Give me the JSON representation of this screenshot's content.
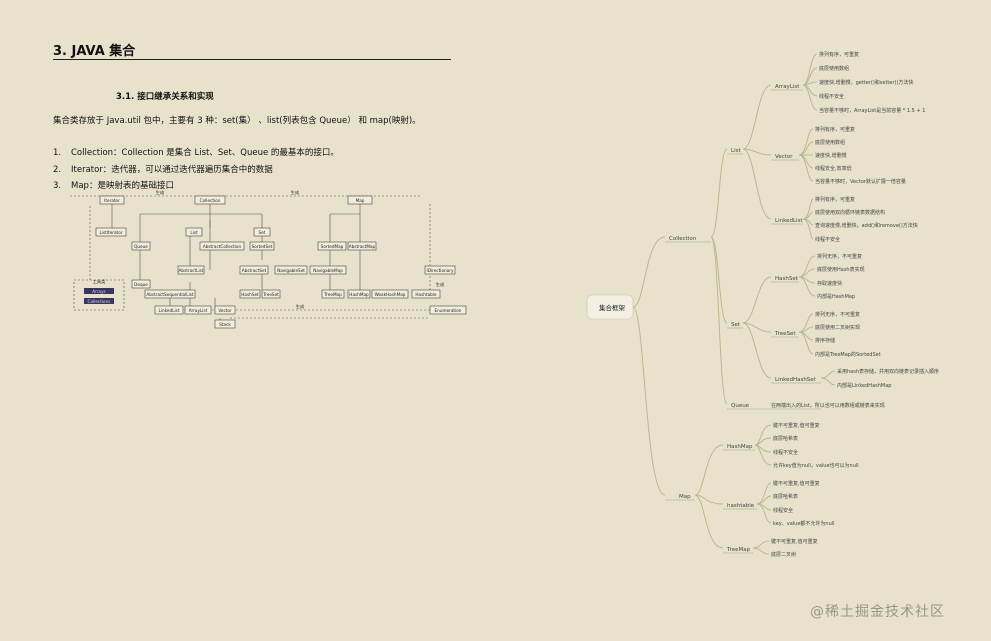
{
  "heading": "3. JAVA 集合",
  "subheading": "3.1. 接口继承关系和实现",
  "intro": "集合类存放于 Java.util 包中，主要有 3 种：set(集） 、list(列表包含 Queue） 和 map(映射)。",
  "list_items": [
    {
      "num": "1.",
      "text": "Collection：Collection 是集合 List、Set、Queue 的最基本的接口。"
    },
    {
      "num": "2.",
      "text": "Iterator：迭代器，可以通过迭代器遍历集合中的数据"
    },
    {
      "num": "3.",
      "text": "Map：是映射表的基础接口"
    }
  ],
  "diagram": {
    "nodes": [
      "Iterator",
      "Collection",
      "Map",
      "ListIterator",
      "List",
      "Set",
      "Queue",
      "AbstractCollection",
      "SortedSet",
      "SortedMap",
      "AbstractMap",
      "Deque",
      "AbstractList",
      "AbstractSet",
      "NavigableSet",
      "NavigableMap",
      "IDirectionary",
      "AbstractSequentialList",
      "LinkedList",
      "ArrayList",
      "Vector",
      "HashSet",
      "TreeSet",
      "TreeMap",
      "HashMap",
      "WeakHashMap",
      "Hashtable",
      "Enumeration",
      "Stack"
    ],
    "legend_title": "工具类",
    "legend_items": [
      "Arrays",
      "Collections"
    ],
    "edge_labels": [
      "生成",
      "生成",
      "生成",
      "生成"
    ]
  },
  "mindmap": {
    "root": "集合框架",
    "branches": [
      {
        "label": "Collection",
        "children": [
          {
            "label": "List",
            "children": [
              {
                "label": "ArrayList",
                "leaves": [
                  "排列有序，可重复",
                  "底层使用数组",
                  "速度快,增删慢，getter()和setter()方法快",
                  "线程不安全",
                  "当容量不够时，ArrayList是当前容量 * 1.5 + 1"
                ]
              },
              {
                "label": "Vector",
                "leaves": [
                  "排列有序，可重复",
                  "底层使用数组",
                  "速度快,增删慢",
                  "线程安全,效率低",
                  "当容量不够时，Vector默认扩展一倍容量"
                ]
              },
              {
                "label": "LinkedList",
                "leaves": [
                  "排列有序，可重复",
                  "底层使用双向循环链表数据结构",
                  "查询速度慢,增删快，add()和remove()方法快",
                  "线程不安全"
                ]
              }
            ]
          },
          {
            "label": "Set",
            "children": [
              {
                "label": "HashSet",
                "leaves": [
                  "排列无序，不可重复",
                  "底层使用Hash表实现",
                  "存取速度快",
                  "内部是HashMap"
                ]
              },
              {
                "label": "TreeSet",
                "leaves": [
                  "排列无序，不可重复",
                  "底层使用二叉树实现",
                  "排序存储",
                  "内部是TreeMap的SortedSet"
                ]
              },
              {
                "label": "LinkedHashSet",
                "leaves": [
                  "采用hash表存储，并用双向链表记录插入顺序",
                  "内部是LinkedHashMap"
                ]
              }
            ]
          },
          {
            "label": "Queue",
            "leaves": [
              "在两端出入的List，所以也可以用数组或链表来实现"
            ]
          }
        ]
      },
      {
        "label": "Map",
        "children": [
          {
            "label": "HashMap",
            "leaves": [
              "键不可重复,值可重复",
              "底层哈希表",
              "线程不安全",
              "允许key值为null，value也可以为null"
            ]
          },
          {
            "label": "hashtable",
            "leaves": [
              "键不可重复,值可重复",
              "底层哈希表",
              "线程安全",
              "key、value都不允许为null"
            ]
          },
          {
            "label": "TreeMap",
            "leaves": [
              "键不可重复,值可重复",
              "底层二叉树"
            ]
          }
        ]
      }
    ]
  },
  "watermark": "@稀土掘金技术社区"
}
